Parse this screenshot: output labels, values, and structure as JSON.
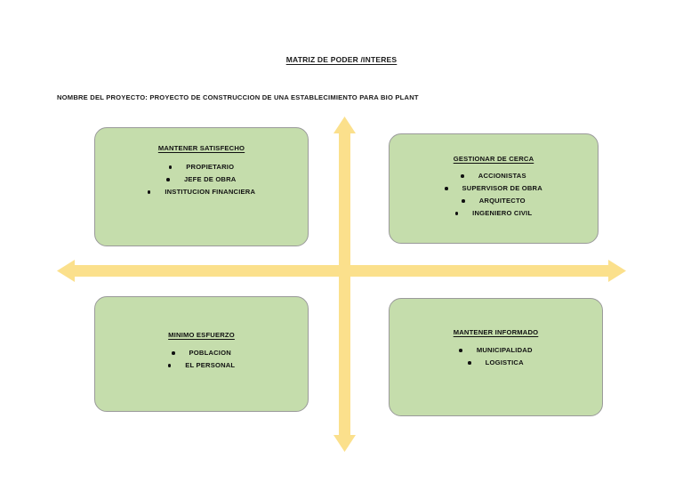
{
  "document": {
    "title": "MATRIZ DE PODER /INTERES",
    "project_label": "NOMBRE DEL PROYECTO: PROYECTO DE CONSTRUCCION DE UNA ESTABLECIMIENTO PARA BIO PLANT"
  },
  "colors": {
    "quadrant_fill": "#c5ddac",
    "quadrant_border": "#9a9a9a",
    "axis_arrow": "#fbe08c",
    "text": "#111111",
    "background": "#ffffff"
  },
  "axes": {
    "vertical_arrow": "vertical-double-arrow",
    "horizontal_arrow": "horizontal-double-arrow"
  },
  "quadrants": [
    {
      "id": "top-left",
      "heading": "MANTENER SATISFECHO",
      "items": [
        "PROPIETARIO",
        "JEFE DE OBRA",
        "INSTITUCION FINANCIERA"
      ]
    },
    {
      "id": "top-right",
      "heading": "GESTIONAR DE CERCA",
      "items": [
        "ACCIONISTAS",
        "SUPERVISOR DE OBRA",
        "ARQUITECTO",
        "INGENIERO CIVIL"
      ]
    },
    {
      "id": "bottom-left",
      "heading": "MINIMO ESFUERZO",
      "items": [
        "POBLACION",
        "EL PERSONAL"
      ]
    },
    {
      "id": "bottom-right",
      "heading": "MANTENER INFORMADO",
      "items": [
        "MUNICIPALIDAD",
        "LOGISTICA"
      ]
    }
  ]
}
